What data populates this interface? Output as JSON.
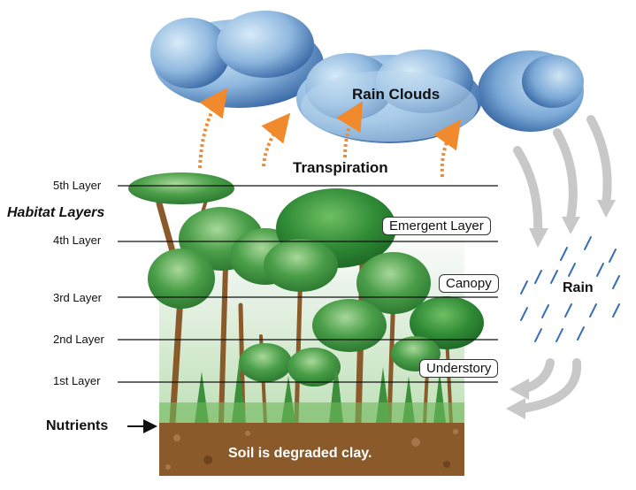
{
  "labels": {
    "clouds": "Rain Clouds",
    "transpiration": "Transpiration",
    "habitat_layers": "Habitat Layers",
    "rain": "Rain",
    "nutrients": "Nutrients",
    "soil": "Soil is degraded clay."
  },
  "layers": [
    "5th Layer",
    "4th Layer",
    "3rd Layer",
    "2nd Layer",
    "1st Layer"
  ],
  "zones": [
    "Emergent Layer",
    "Canopy",
    "Understory"
  ],
  "colors": {
    "cloud_light": "#bcd8ee",
    "cloud_dark": "#3c6fb0",
    "transpiration_arrow": "#f08a2c",
    "rain_arrow": "#c8c8c8",
    "rain_drop": "#3a6fb5",
    "tree_green": "#3d9a3d",
    "trunk": "#8b5a2b",
    "soil": "#8b5a2b"
  },
  "icons": [
    "cloud-icon",
    "arrow-icon",
    "tree-icon",
    "raindrop-icon"
  ]
}
